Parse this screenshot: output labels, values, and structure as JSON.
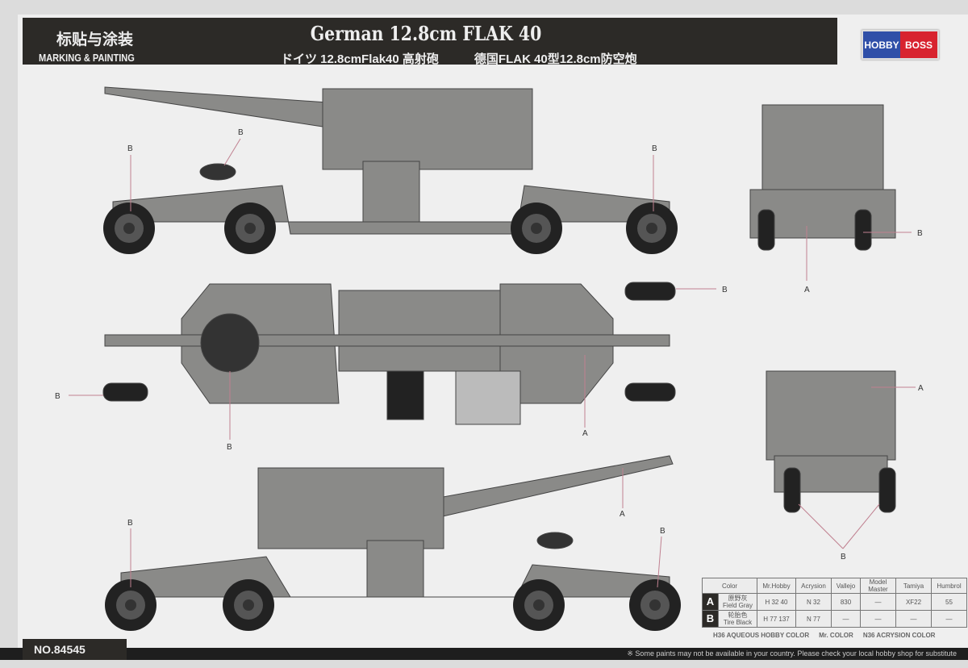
{
  "header": {
    "title_cn": "标贴与涂装",
    "title_en": "MARKING & PAINTING",
    "title": "German 12.8cm FLAK 40",
    "subtitle_jp": "ドイツ 12.8cmFlak40 高射砲",
    "subtitle_cn": "德国FLAK 40型12.8cm防空炮"
  },
  "logo": {
    "left": "HOBBY",
    "right": "BOSS"
  },
  "labels": {
    "a": "A",
    "b": "B"
  },
  "colors": {
    "field_gray": "#8a8a88",
    "tire_black": "#1e1e1e"
  },
  "table": {
    "headers": [
      "Color",
      "Mr.Hobby",
      "Acrysion",
      "Vallejo",
      "Model Master",
      "Tamiya",
      "Humbrol"
    ],
    "rows": [
      {
        "key": "A",
        "cn": "原野灰",
        "en": "Field Gray",
        "mr_hobby": "H 32 40",
        "acrysion": "N 32",
        "vallejo": "830",
        "model_master": "—",
        "tamiya": "XF22",
        "humbrol": "55"
      },
      {
        "key": "B",
        "cn": "轮胎色",
        "en": "Tire Black",
        "mr_hobby": "H 77 137",
        "acrysion": "N 77",
        "vallejo": "—",
        "model_master": "—",
        "tamiya": "—",
        "humbrol": "—"
      }
    ],
    "legend": [
      "H36 AQUEOUS HOBBY COLOR",
      "Mr. COLOR",
      "N36 ACRYSION COLOR"
    ]
  },
  "footer": {
    "number": "NO.84545",
    "note": "※ Some paints may not be available in your country. Please check your local hobby shop for substitute"
  }
}
